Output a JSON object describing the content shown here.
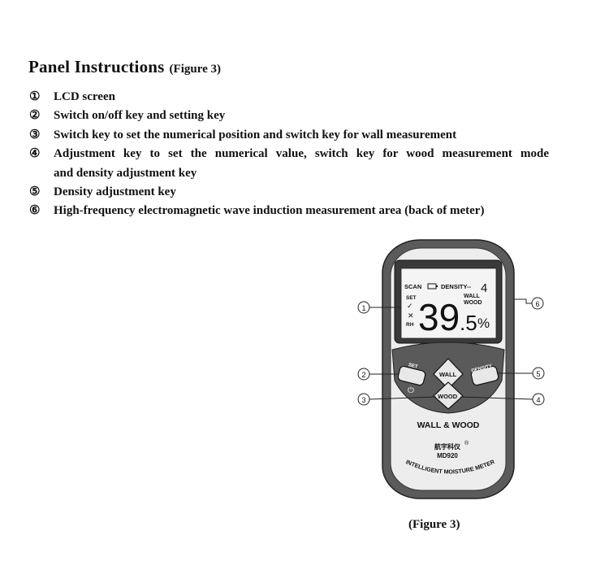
{
  "heading": {
    "title": "Panel Instructions",
    "figure_ref": "(Figure 3)"
  },
  "items": [
    {
      "num": "①",
      "text": "LCD screen"
    },
    {
      "num": "②",
      "text": "Switch on/off key and setting key"
    },
    {
      "num": "③",
      "text": "Switch key to set the numerical position and switch key for wall measurement"
    },
    {
      "num": "④",
      "text": "Adjustment key to set the numerical value, switch key for wood measurement mode",
      "cont": "and density adjustment key"
    },
    {
      "num": "⑤",
      "text": "Density adjustment key"
    },
    {
      "num": "⑥",
      "text": "High-frequency electromagnetic wave induction measurement area (back of meter)"
    }
  ],
  "callouts": [
    "①",
    "②",
    "③",
    "④",
    "⑤",
    "⑥"
  ],
  "lcd": {
    "scan": "SCAN",
    "density_label": "DENSITY--",
    "density_value": "4",
    "set": "SET",
    "check": "✓",
    "cross": "✕",
    "rh": "RH",
    "mode_wall": "WALL",
    "mode_wood": "WOOD",
    "reading_int": "39",
    "reading_dec": ".5",
    "unit": "%"
  },
  "keys": {
    "set": "SET",
    "power": "⏻",
    "wall": "WALL",
    "wood": "WOOD",
    "density": "DENSITY"
  },
  "device": {
    "model_label": "WALL & WOOD",
    "brand_cn": "航宇科仪",
    "registered": "®",
    "model": "MD920",
    "arc_text": "INTELLIGENT MOISTURE METER"
  },
  "caption": "(Figure 3)"
}
